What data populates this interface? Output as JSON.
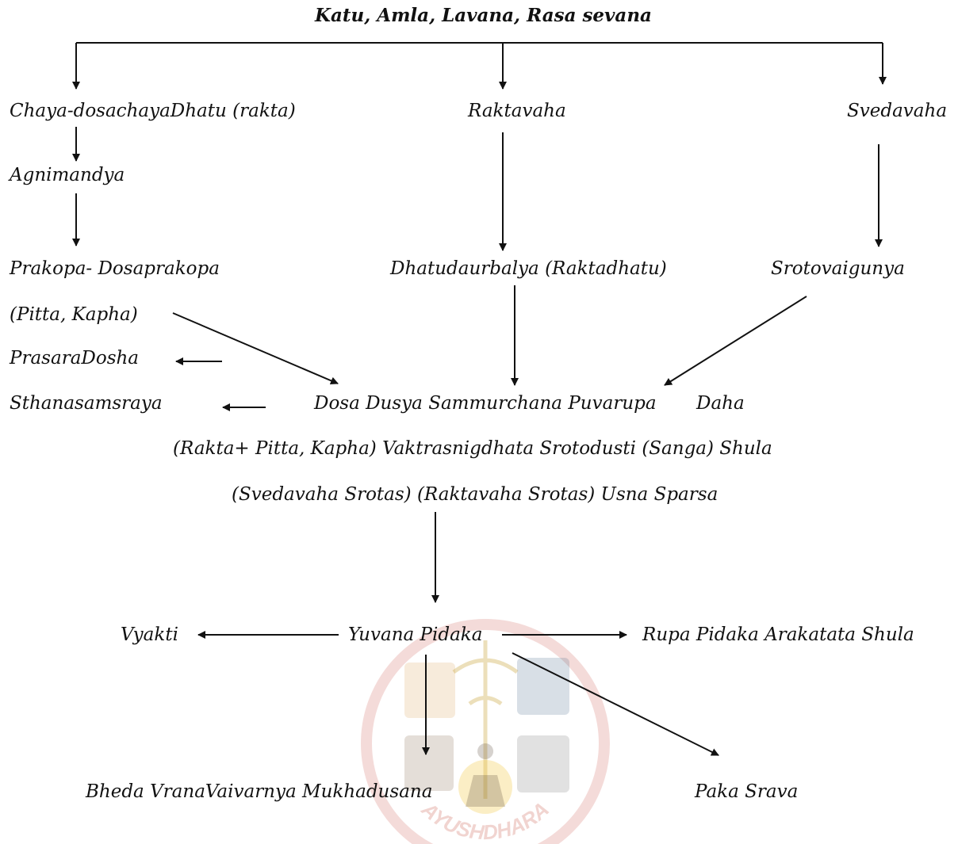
{
  "title": "Katu, Amla, Lavana, Rasa sevana",
  "left_col": {
    "chaya": "Chaya-dosachayaDhatu (rakta)",
    "agnimandya": "Agnimandya",
    "prakopa": "Prakopa- Dosaprakopa",
    "pitta_kapha": "(Pitta, Kapha)",
    "prasara": "PrasaraDosha",
    "sthana": "Sthanasamsraya"
  },
  "mid_col": {
    "raktavaha": "Raktavaha",
    "dhatudaurbalya": "Dhatudaurbalya (Raktadhatu)"
  },
  "right_col": {
    "svedavaha": "Svedavaha",
    "srotovaigunya": "Srotovaigunya"
  },
  "center": {
    "line1": "Dosa Dusya Sammurchana Puvarupa",
    "daha": "Daha",
    "line2": "(Rakta+ Pitta, Kapha) Vaktrasnigdhata Srotodusti (Sanga) Shula",
    "line3": "(Svedavaha Srotas) (Raktavaha Srotas) Usna Sparsa"
  },
  "bottom": {
    "vyakti": "Vyakti",
    "yuvana": "Yuvana Pidaka",
    "rupa": "Rupa Pidaka Arakatata Shula",
    "bheda": "Bheda VranaVaivarnya Mukhadusana",
    "paka": "Paka Srava"
  },
  "watermark": {
    "text": "AYUSHDHARA",
    "color": "#c0392b"
  }
}
